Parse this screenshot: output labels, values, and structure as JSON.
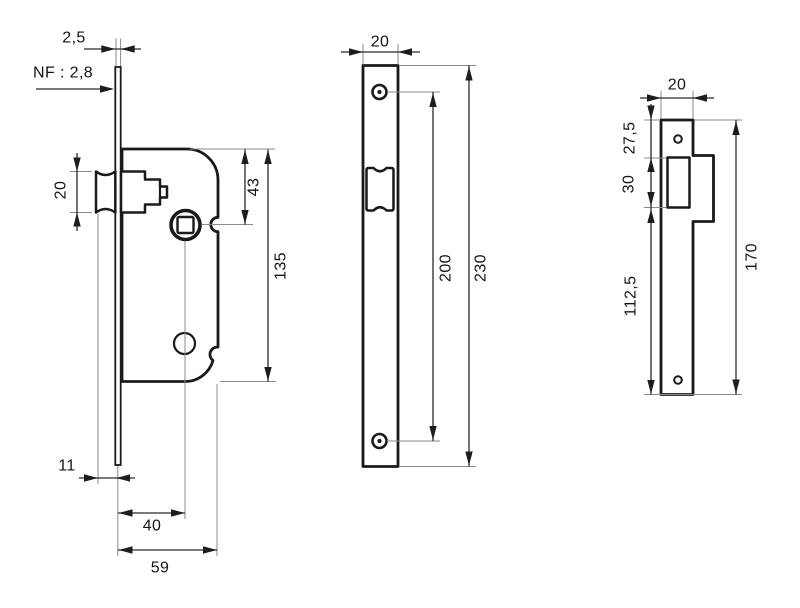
{
  "colors": {
    "background": "#ffffff",
    "line": "#1a1a1a",
    "extension_line": "#8a8a8a",
    "text": "#141414"
  },
  "dims": {
    "side": {
      "faceplate_thickness": "2,5",
      "nf_standard": "NF : 2,8",
      "latch_height": "20",
      "axle_from_top": "43",
      "case_height": "135",
      "latch_projection": "11",
      "backset": "40",
      "case_depth": "59"
    },
    "faceplate": {
      "width": "20",
      "screw_spacing": "200",
      "length": "230"
    },
    "strike": {
      "width": "20",
      "top_to_opening": "27,5",
      "opening_height": "30",
      "opening_to_bottom": "112,5",
      "length": "170"
    }
  }
}
